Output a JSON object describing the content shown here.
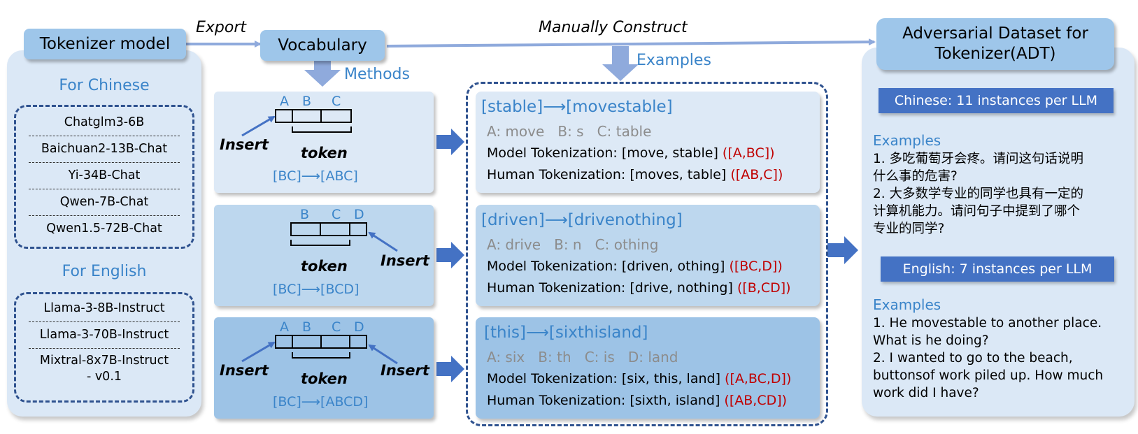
{
  "flow": {
    "tokenizer_model": "Tokenizer model",
    "export_label": "Export",
    "vocabulary": "Vocabulary",
    "manually_construct": "Manually Construct",
    "methods_label": "Methods",
    "examples_label": "Examples",
    "adt_title_line1": "Adversarial Dataset for",
    "adt_title_line2": "Tokenizer(ADT)"
  },
  "models": {
    "chinese_heading": "For Chinese",
    "chinese": [
      "Chatglm3-6B",
      "Baichuan2-13B-Chat",
      "Yi-34B-Chat",
      "Qwen-7B-Chat",
      "Qwen1.5-72B-Chat"
    ],
    "english_heading": "For English",
    "english": [
      "Llama-3-8B-Instruct",
      "Llama-3-70B-Instruct",
      "Mixtral-8x7B-Instruct",
      "- v0.1"
    ]
  },
  "methods": [
    {
      "letters": [
        "A",
        "B",
        "C"
      ],
      "insert_label": "Insert",
      "token_label": "token",
      "formula_left": "[BC]",
      "formula_right": "[ABC]"
    },
    {
      "letters": [
        "B",
        "C",
        "D"
      ],
      "insert_label": "Insert",
      "token_label": "token",
      "formula_left": "[BC]",
      "formula_right": "[BCD]"
    },
    {
      "letters": [
        "A",
        "B",
        "C",
        "D"
      ],
      "insert_label_left": "Insert",
      "insert_label_right": "Insert",
      "token_label": "token",
      "formula_left": "[BC]",
      "formula_right": "[ABCD]"
    }
  ],
  "examples": [
    {
      "from": "[stable]",
      "to": "[movestable]",
      "parts": "A: move   B: s   C: table",
      "model_text": "Model Tokenization: [move, stable]",
      "model_tag": "([A,BC])",
      "human_text": "Human Tokenization: [moves, table]",
      "human_tag": "([AB,C])"
    },
    {
      "from": "[driven]",
      "to": "[drivenothing]",
      "parts": "A: drive   B: n   C: othing",
      "model_text": "Model Tokenization: [driven, othing]",
      "model_tag": "([BC,D])",
      "human_text": "Human Tokenization: [drive, nothing]",
      "human_tag": "([B,CD])"
    },
    {
      "from": "[this]",
      "to": "[sixthisland]",
      "parts": "A: six   B: th   C: is   D: land",
      "model_text": "Model Tokenization: [six, this, land]",
      "model_tag": "([A,BC,D])",
      "human_text": "Human Tokenization: [sixth, island]",
      "human_tag": "([AB,CD])"
    }
  ],
  "adt": {
    "chinese_pill": "Chinese: 11 instances per LLM",
    "chinese_examples_label": "Examples",
    "chinese_lines": [
      "1. 多吃葡萄牙会疼。请问这句话说明",
      "什么事的危害?",
      "2. 大多数学专业的同学也具有一定的",
      "计算机能力。请问句子中提到了哪个",
      "专业的同学?"
    ],
    "english_pill": "English: 7 instances per LLM",
    "english_examples_label": "Examples",
    "english_lines": [
      "1. He movestable to another place.",
      "What is he doing?",
      "2. I wanted to go to the beach,",
      "buttonsof work piled up. How much",
      "work did I have?"
    ]
  },
  "colors": {
    "left_panel": "#dbe8f6",
    "right_panel": "#dbe8f6",
    "top_box": "#9ec6ea",
    "method_1": "#dde9f6",
    "method_2": "#bdd7ee",
    "method_3": "#9dc3e6",
    "arrow": "#4472c4",
    "light_arrow": "#8faadc",
    "accent_text": "#3a84c9",
    "red_tag": "#c00000"
  }
}
